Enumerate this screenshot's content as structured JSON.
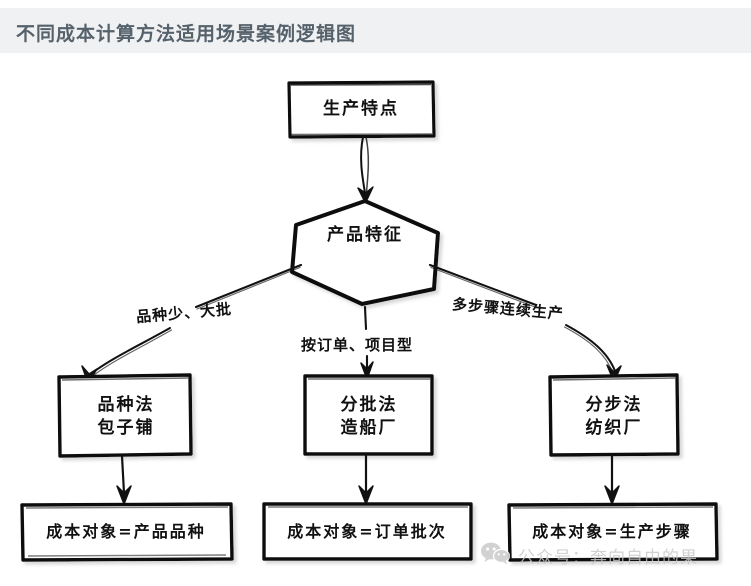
{
  "header": {
    "title": "不同成本计算方法适用场景案例逻辑图",
    "band_color": "#f0f1f2",
    "title_color": "#55616b"
  },
  "diagram": {
    "style": "hand-drawn-sketch",
    "stroke_color": "#111111",
    "fill_color": "#ffffff",
    "nodes": {
      "start": {
        "shape": "rectangle",
        "label": "生产特点"
      },
      "decision": {
        "shape": "diamond",
        "label": "产品特征"
      },
      "method_left": {
        "shape": "rectangle",
        "line1": "品种法",
        "line2": "包子铺"
      },
      "method_mid": {
        "shape": "rectangle",
        "line1": "分批法",
        "line2": "造船厂"
      },
      "method_right": {
        "shape": "rectangle",
        "line1": "分步法",
        "line2": "纺织厂"
      },
      "result_left": {
        "shape": "rectangle",
        "label": "成本对象=产品品种"
      },
      "result_mid": {
        "shape": "rectangle",
        "label": "成本对象=订单批次"
      },
      "result_right": {
        "shape": "rectangle",
        "label": "成本对象=生产步骤"
      }
    },
    "edge_labels": {
      "left": "品种少、大批",
      "middle": "按订单、项目型",
      "right": "多步骤连续生产"
    }
  },
  "watermark": {
    "icon": "wechat-icon",
    "text": "公众号：奔向自由的果",
    "color": "#c9c9c9"
  }
}
